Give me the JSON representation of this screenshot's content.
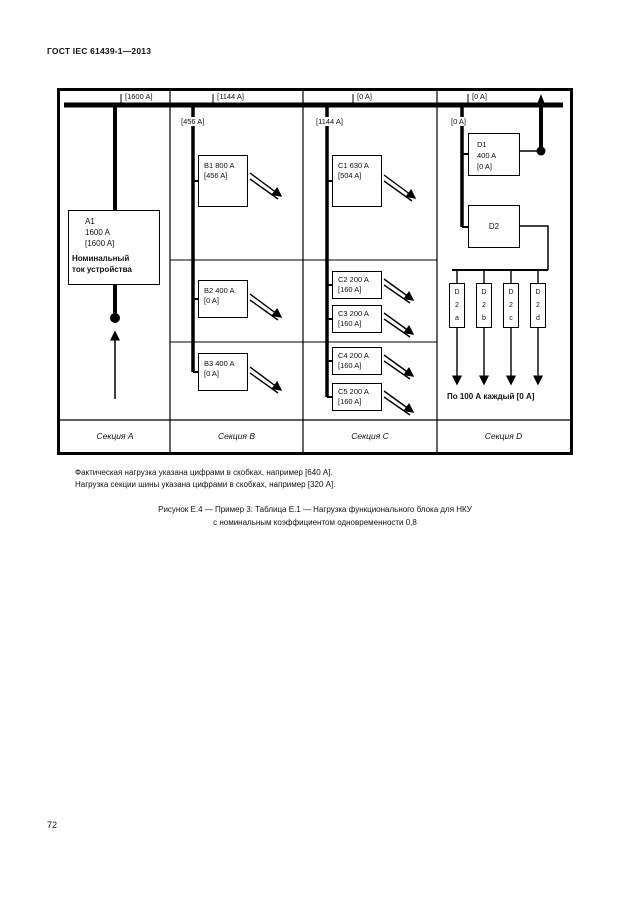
{
  "header": {
    "title": "ГОСТ IEC 61439-1—2013"
  },
  "diagram": {
    "bus_labels": [
      "[1600 A]",
      "[1144 A]",
      "[0 A]",
      "[0 A]"
    ],
    "section_b_label": "[456 A]",
    "section_c_label": "[1144 A]",
    "section_d_label": "[0 A]",
    "a1": {
      "id": "A1",
      "rated": "1600 A",
      "actual": "[1600 A]",
      "note1": "Номинальный",
      "note2": "ток устройства"
    },
    "b_units": [
      {
        "line1": "B1 800 A",
        "line2": "[456 A]"
      },
      {
        "line1": "B2 400 A",
        "line2": "[0 A]"
      },
      {
        "line1": "B3 400 A",
        "line2": "[0 A]"
      }
    ],
    "c_units": [
      {
        "line1": "C1 630 A",
        "line2": "[504 A]"
      },
      {
        "line1": "C2 200 A",
        "line2": "[160 A]"
      },
      {
        "line1": "C3 200 A",
        "line2": "[160 A]"
      },
      {
        "line1": "C4 200 A",
        "line2": "[160 A]"
      },
      {
        "line1": "C5 200 A",
        "line2": "[160 A]"
      }
    ],
    "d1": {
      "line1": "D1",
      "line2": "400 A",
      "line3": "[0 A]"
    },
    "d2": {
      "label": "D2"
    },
    "d_sub_units": [
      [
        "D",
        "2",
        "a"
      ],
      [
        "D",
        "2",
        "b"
      ],
      [
        "D",
        "2",
        "c"
      ],
      [
        "D",
        "2",
        "d"
      ]
    ],
    "d_note": "По 100 А каждый [0 A]",
    "section_labels": [
      "Секция A",
      "Секция B",
      "Секция C",
      "Секция D"
    ]
  },
  "notes": [
    "Фактическая нагрузка указана цифрами в скобках, например [640 А].",
    "Нагрузка секции шины указана цифрами в скобках, например [320 А]."
  ],
  "caption": {
    "line1": "Рисунок Е.4 — Пример 3: Таблица Е.1 — Нагрузка функционального блока для НКУ",
    "line2": "с номинальным коэффициентом одновременности 0,8"
  },
  "page_number": "72"
}
